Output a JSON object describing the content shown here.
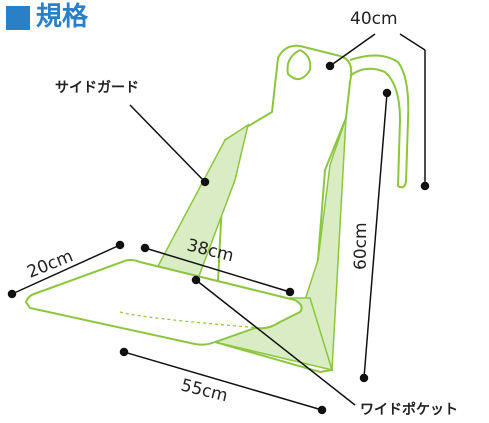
{
  "section": {
    "title": "規格"
  },
  "labels": {
    "side_guard": "サイドガード",
    "wide_pocket": "ワイドポケット"
  },
  "dimensions": {
    "top_width": "40cm",
    "seat_depth": "20cm",
    "pocket_width": "38cm",
    "height": "60cm",
    "base_width": "55cm"
  },
  "colors": {
    "title": "#2a80c6",
    "outline_green": "#8cc63f",
    "fill_green": "#d9ecc4",
    "line": "#111111"
  }
}
